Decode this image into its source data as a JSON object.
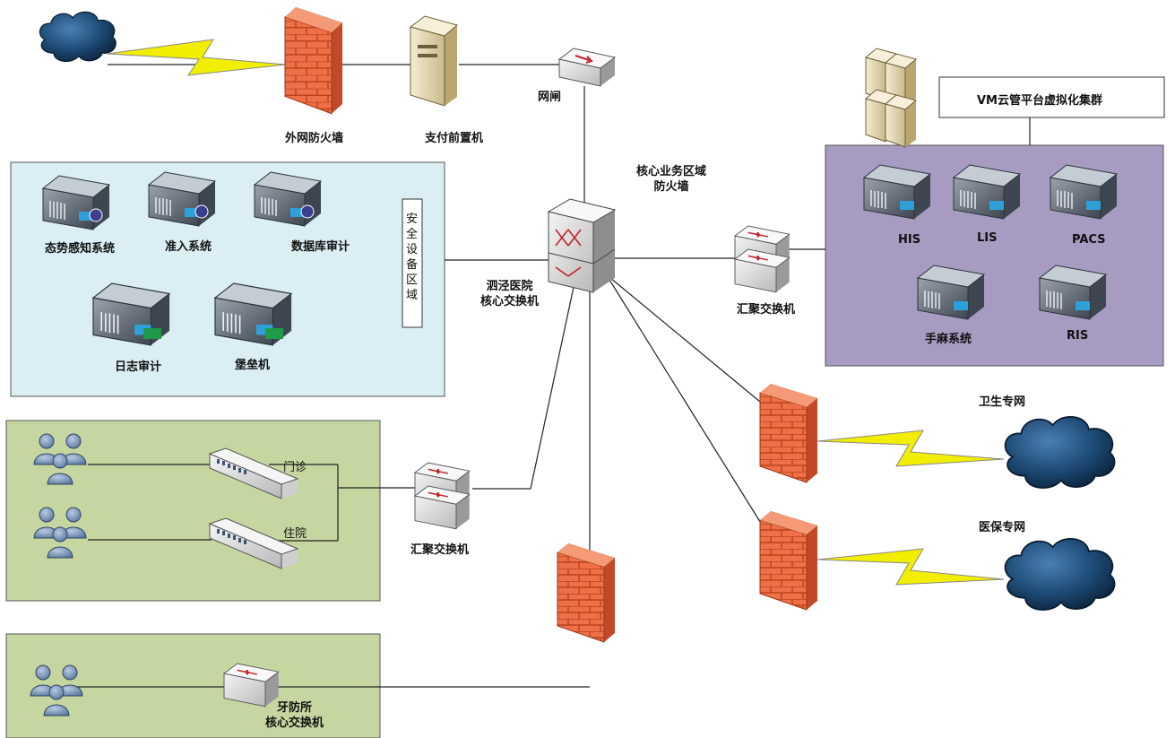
{
  "internet_firewall": "外网防火墙",
  "payment_front": "支付前置机",
  "gatekeeper": "网闸",
  "core_fw": "核心业务区域\n防火墙",
  "core_switch": "泗泾医院\n核心交换机",
  "vm_cluster": "VM云管平台虚拟化集群",
  "security_zone": {
    "title": "安全设备区域",
    "items": [
      "态势感知系统",
      "准入系统",
      "数据库审计",
      "日志审计",
      "堡垒机"
    ]
  },
  "biz_servers": [
    "HIS",
    "LIS",
    "PACS",
    "手麻系统",
    "RIS"
  ],
  "agg_switch_right": "汇聚交换机",
  "agg_switch_left": "汇聚交换机",
  "outpatient": "门诊",
  "inpatient": "住院",
  "health_net": "卫生专网",
  "insurance_net": "医保专网",
  "dental": "牙防所\n核心交换机",
  "colors": {
    "security_zone_bg": "#dbeef4",
    "business_zone_bg": "#a89bc2",
    "user_zone_bg": "#c6d6a0",
    "firewall": "#e8623a",
    "lightning": "#f2ee00",
    "cloud": "#1f4e79"
  }
}
